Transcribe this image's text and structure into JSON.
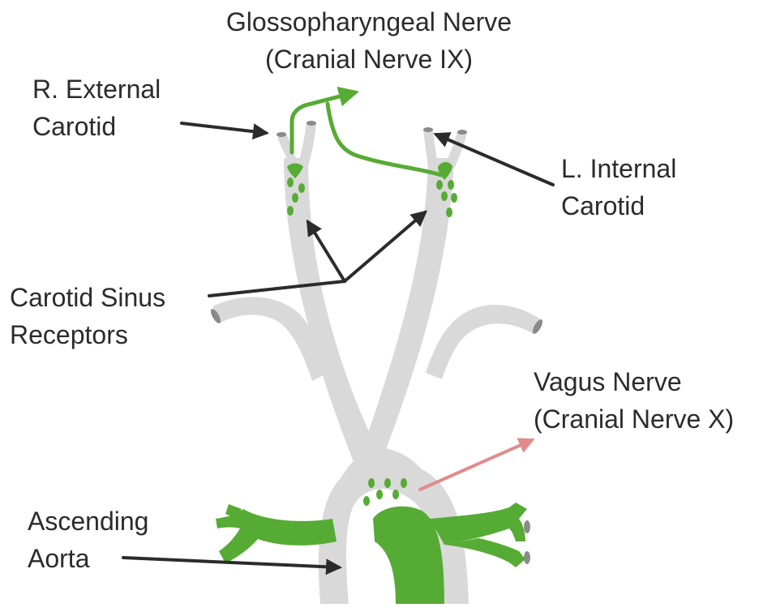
{
  "labels": {
    "glossopharyngeal": {
      "line1": "Glossopharyngeal Nerve",
      "line2": "(Cranial Nerve IX)"
    },
    "r_external_carotid": {
      "line1": "R. External",
      "line2": "Carotid"
    },
    "l_internal_carotid": {
      "line1": "L. Internal",
      "line2": "Carotid"
    },
    "carotid_sinus": {
      "line1": "Carotid Sinus",
      "line2": "Receptors"
    },
    "vagus": {
      "line1": "Vagus Nerve",
      "line2": "(Cranial Nerve X)"
    },
    "ascending_aorta": {
      "line1": "Ascending",
      "line2": "Aorta"
    }
  },
  "colors": {
    "vessel": "#d9d9d9",
    "vessel_cut": "#8a8a8a",
    "nerve_green": "#56ab34",
    "arrow_dark": "#2b2b2b",
    "arrow_pink": "#e08c8c",
    "text": "#2b2b2b"
  }
}
